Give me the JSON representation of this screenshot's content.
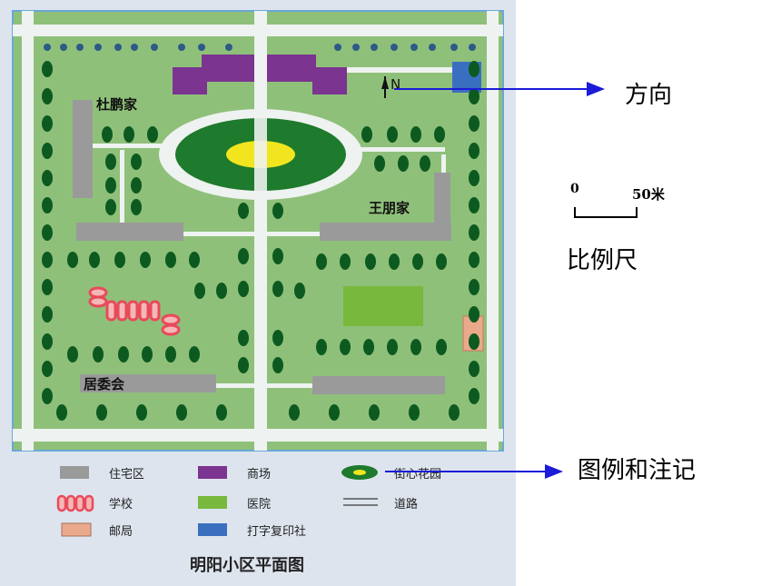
{
  "map": {
    "title": "明阳小区平面图",
    "north_label": "N",
    "labels": {
      "du_home": "杜鹏家",
      "wang_home": "王朋家",
      "committee": "居委会"
    },
    "legend": [
      {
        "key": "residential",
        "label": "住宅区",
        "color": "#9a9a9a"
      },
      {
        "key": "mall",
        "label": "商场",
        "color": "#7b3490"
      },
      {
        "key": "garden",
        "label": "街心花园",
        "color": "#1e7a2c"
      },
      {
        "key": "school",
        "label": "学校",
        "color": "#e84a5a"
      },
      {
        "key": "hospital",
        "label": "医院",
        "color": "#78b83c"
      },
      {
        "key": "road",
        "label": "道路",
        "color": "#555555"
      },
      {
        "key": "post",
        "label": "邮局",
        "color": "#e9a98a"
      },
      {
        "key": "print",
        "label": "打字复印社",
        "color": "#3a6fc0"
      }
    ],
    "colors": {
      "background": "#8fc07a",
      "road": "#eef2f0",
      "tree": "#0d5a20",
      "garden_center": "#f1e51f",
      "frame": "#6aa8d8",
      "panel": "#dde4ee"
    }
  },
  "annotations": {
    "direction": "方向",
    "scale_label": "比例尺",
    "legend_note": "图例和注记",
    "arrow_color": "#1b1bd8"
  },
  "scale": {
    "zero": "0",
    "max": "50米"
  }
}
